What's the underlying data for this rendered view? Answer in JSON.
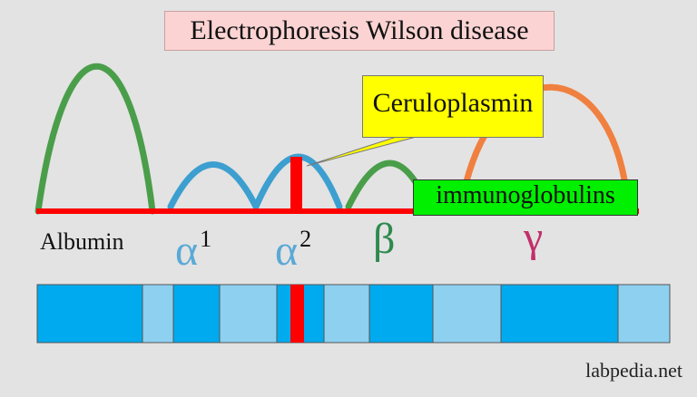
{
  "title": "Electrophoresis Wilson disease",
  "callout": "Ceruloplasmin",
  "immunoglobulins_label": "immunoglobulins",
  "fractions": {
    "albumin": "Albumin",
    "alpha1": {
      "symbol": "α",
      "sup": "1"
    },
    "alpha2": {
      "symbol": "α",
      "sup": "2"
    },
    "beta": "β",
    "gamma": "γ"
  },
  "credit": "labpedia.net",
  "colors": {
    "baseline": "#ff0000",
    "albumin_curve": "#4a9e4a",
    "alpha_curves": "#3c9fd0",
    "beta_curve": "#4a9e4a",
    "gamma_curve": "#f08040",
    "ceruloplasmin_bar": "#ff0000",
    "band_dark": "#00aaee",
    "band_light": "#8ed0f0",
    "alpha_label": "#5aa9d6",
    "beta_label": "#2e8a4e",
    "gamma_label": "#c0306a"
  }
}
